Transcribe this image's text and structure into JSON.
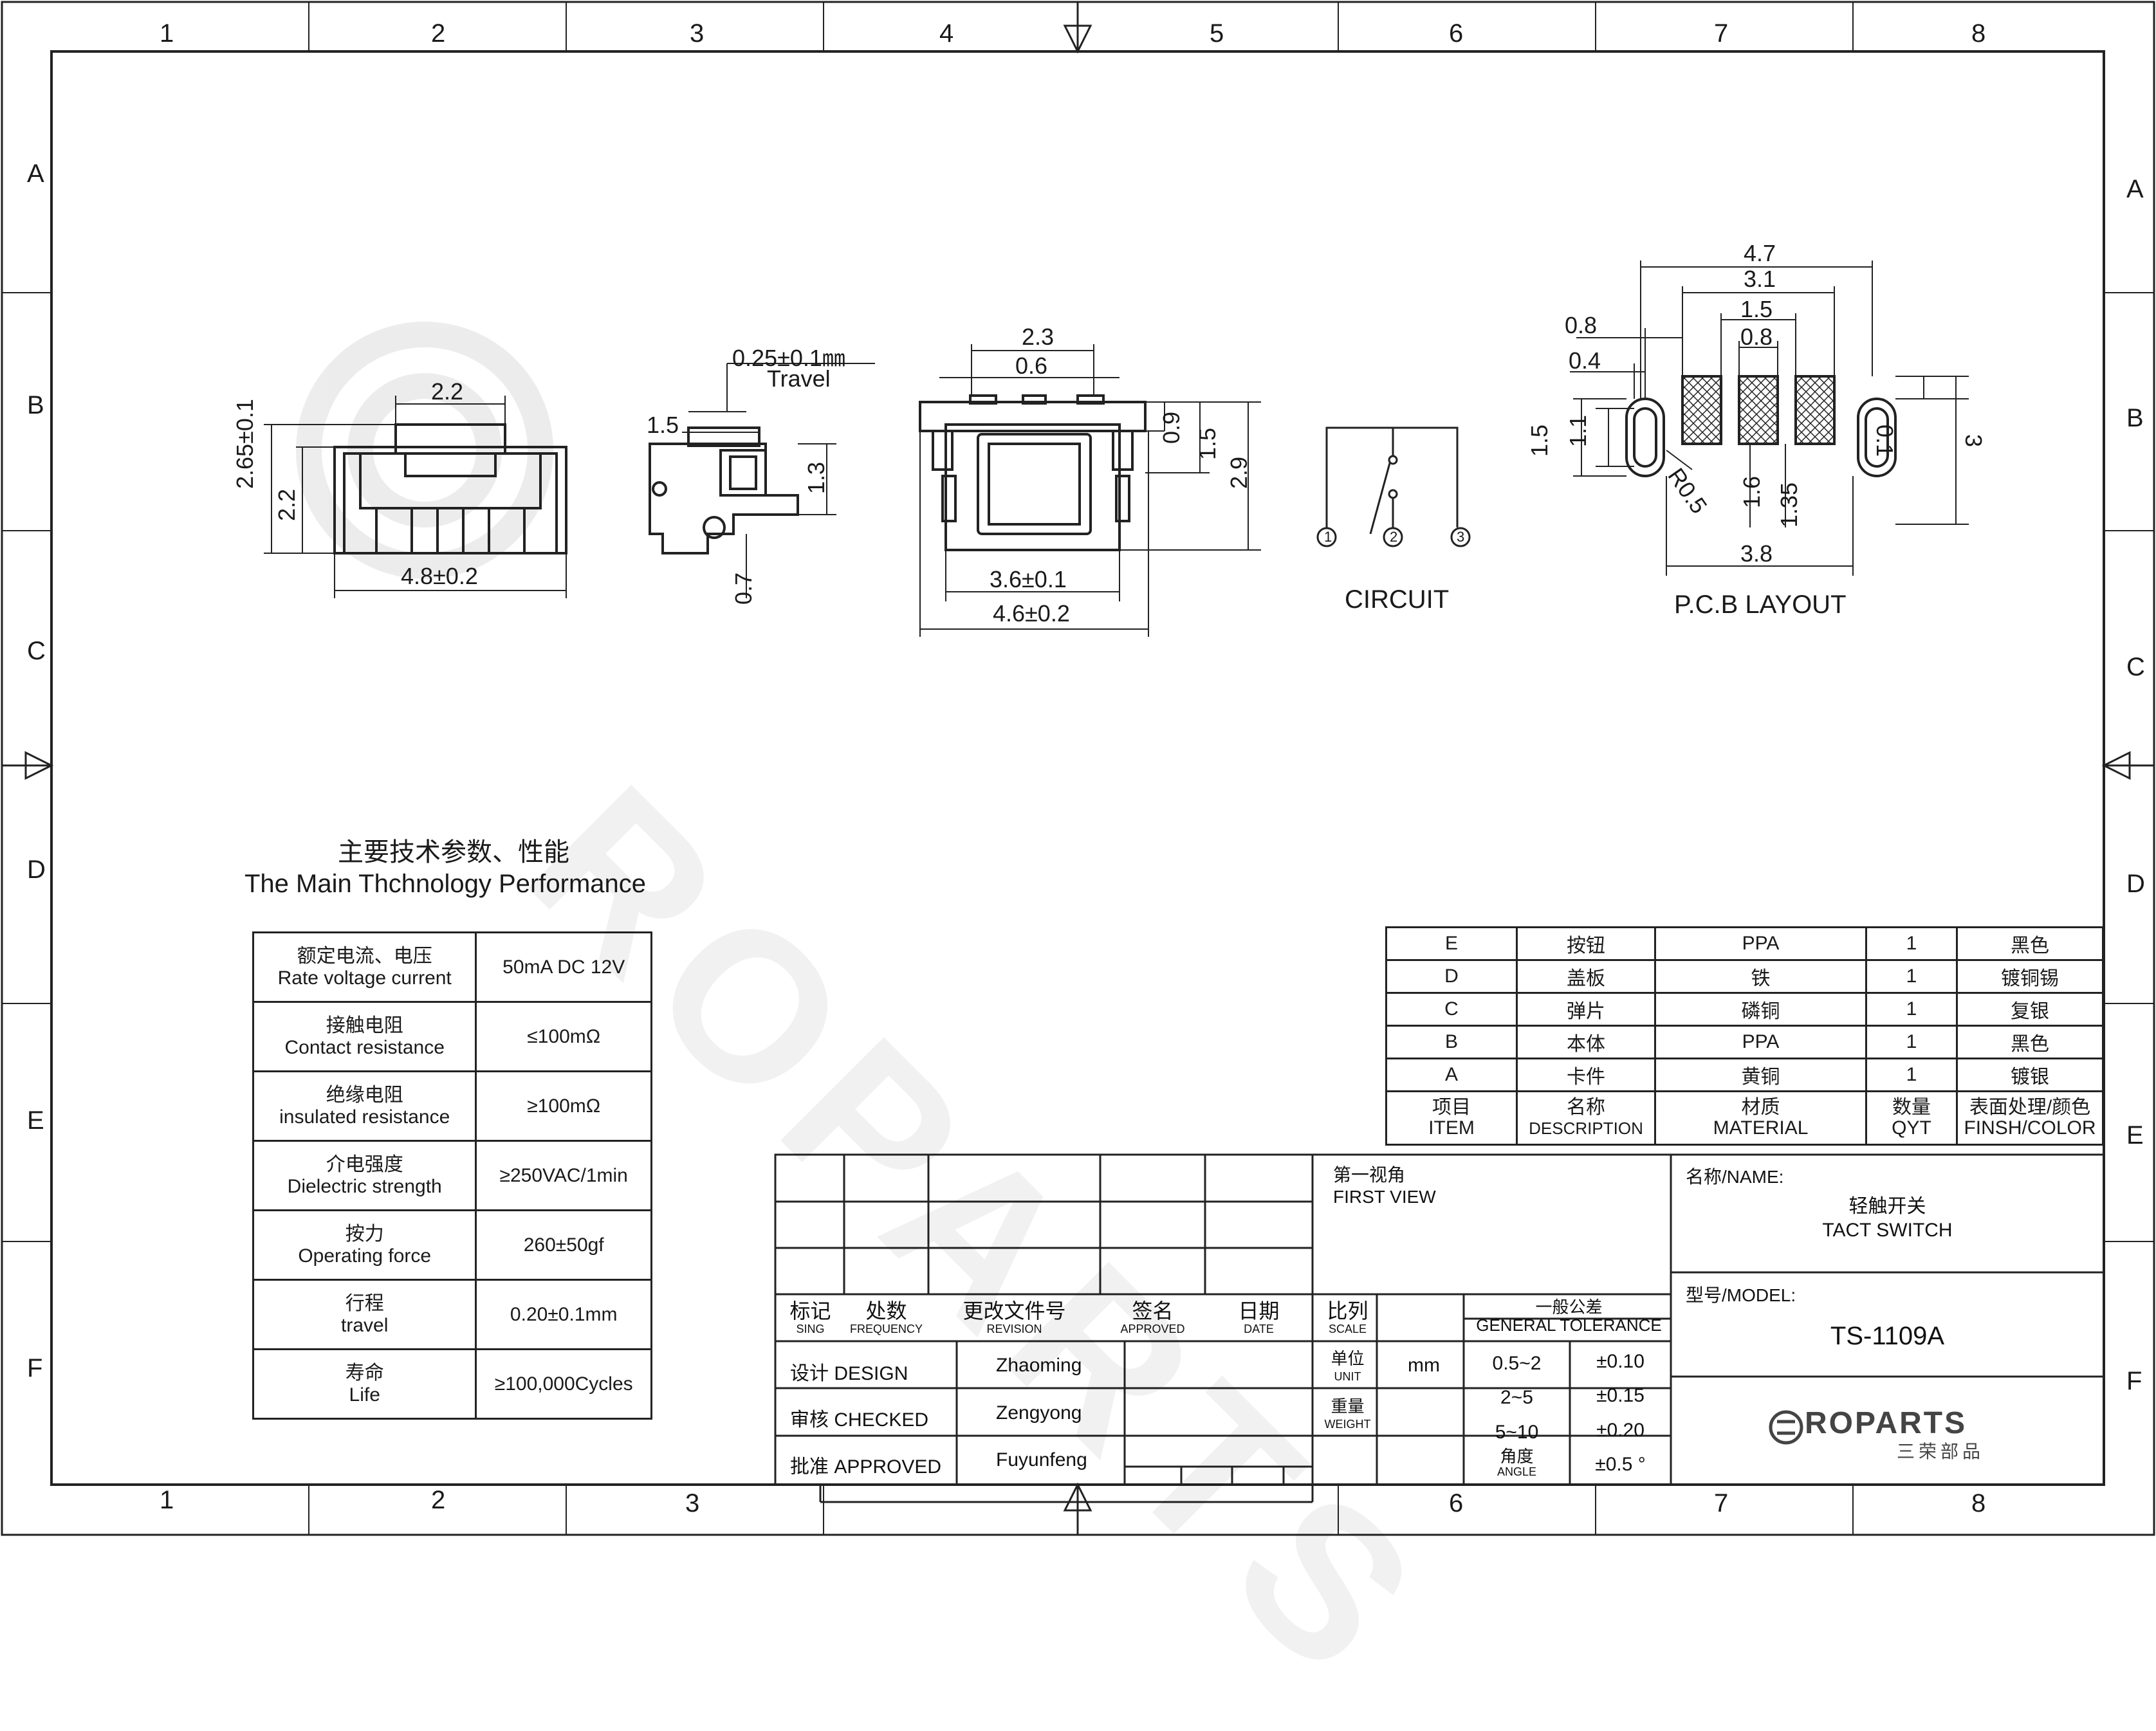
{
  "grid": {
    "columns": [
      "1",
      "2",
      "3",
      "4",
      "5",
      "6",
      "7",
      "8"
    ],
    "rows": [
      "A",
      "B",
      "C",
      "D",
      "E",
      "F"
    ]
  },
  "views": {
    "front": {
      "dim_top": "2.2",
      "dim_left_outer": "2.65±0.1",
      "dim_left_inner": "2.2",
      "dim_bottom": "4.8±0.2"
    },
    "side": {
      "travel_value": "0.25±0.1㎜",
      "travel_label": "Travel",
      "dim_top": "1.5",
      "dim_right": "1.3",
      "dim_bottom": "0.7"
    },
    "top": {
      "dim_top1": "2.3",
      "dim_top2": "0.6",
      "dim_r1": "0.9",
      "dim_r2": "1.5",
      "dim_r3": "2.9",
      "dim_b1": "3.6±0.1",
      "dim_b2": "4.6±0.2"
    },
    "circuit": {
      "label": "CIRCUIT",
      "pins": [
        "1",
        "2",
        "3"
      ]
    },
    "pcb": {
      "label": "P.C.B LAYOUT",
      "d_47": "4.7",
      "d_31": "3.1",
      "d_15t": "1.5",
      "d_08t": "0.8",
      "d_08l": "0.8",
      "d_04": "0.4",
      "d_15l": "1.5",
      "d_11": "1.1",
      "d_r05": "R0.5",
      "d_16": "1.6",
      "d_135": "1.35",
      "d_01": "0.1",
      "d_3": "3",
      "d_38": "3.8"
    }
  },
  "performance": {
    "title_cn": "主要技术参数、性能",
    "title_en": "The Main Thchnology Performance",
    "rows": [
      {
        "cn": "额定电流、电压",
        "en": "Rate voltage current",
        "value": "50mA DC 12V"
      },
      {
        "cn": "接触电阻",
        "en": "Contact resistance",
        "value": "≤100mΩ"
      },
      {
        "cn": "绝缘电阻",
        "en": "insulated resistance",
        "value": "≥100mΩ"
      },
      {
        "cn": "介电强度",
        "en": "Dielectric strength",
        "value": "≥250VAC/1min"
      },
      {
        "cn": "按力",
        "en": "Operating force",
        "value": "260±50gf"
      },
      {
        "cn": "行程",
        "en": "travel",
        "value": "0.20±0.1mm"
      },
      {
        "cn": "寿命",
        "en": "Life",
        "value": "≥100,000Cycles"
      }
    ]
  },
  "bom": {
    "rows": [
      {
        "item": "E",
        "desc": "按钮",
        "material": "PPA",
        "qty": "1",
        "finish": "黑色"
      },
      {
        "item": "D",
        "desc": "盖板",
        "material": "铁",
        "qty": "1",
        "finish": "镀铜锡"
      },
      {
        "item": "C",
        "desc": "弹片",
        "material": "磷铜",
        "qty": "1",
        "finish": "复银"
      },
      {
        "item": "B",
        "desc": "本体",
        "material": "PPA",
        "qty": "1",
        "finish": "黑色"
      },
      {
        "item": "A",
        "desc": "卡件",
        "material": "黄铜",
        "qty": "1",
        "finish": "镀银"
      }
    ],
    "header": {
      "item_cn": "项目",
      "item_en": "ITEM",
      "desc_cn": "名称",
      "desc_en": "DESCRIPTION",
      "material_cn": "材质",
      "material_en": "MATERIAL",
      "qty_cn": "数量",
      "qty_en": "QYT",
      "finish_cn": "表面处理/颜色",
      "finish_en": "FINSH/COLOR"
    }
  },
  "title_block": {
    "rev_headers": [
      {
        "cn": "标记",
        "en": "SING"
      },
      {
        "cn": "处数",
        "en": "FREQUENCY"
      },
      {
        "cn": "更改文件号",
        "en": "REVISION"
      },
      {
        "cn": "签名",
        "en": "APPROVED"
      },
      {
        "cn": "日期",
        "en": "DATE"
      }
    ],
    "design_label": "设计 DESIGN",
    "design_name": "Zhaoming",
    "checked_label": "审核 CHECKED",
    "checked_name": "Zengyong",
    "approved_label": "批准 APPROVED",
    "approved_name": "Fuyunfeng",
    "view_cn": "第一视角",
    "view_en": "FIRST VIEW",
    "scale_cn": "比列",
    "scale_en": "SCALE",
    "unit_cn": "单位",
    "unit_en": "UNIT",
    "unit_value": "mm",
    "weight_cn": "重量",
    "weight_en": "WEIGHT",
    "tol_cn": "一般公差",
    "tol_en": "GENERAL TOLERANCE",
    "tolerances": [
      {
        "range": "0.5~2",
        "value": "±0.10"
      },
      {
        "range": "2~5",
        "value": "±0.15"
      },
      {
        "range": "5~10",
        "value": "±0.20"
      }
    ],
    "angle_cn": "角度",
    "angle_en": "ANGLE",
    "angle_value": "±0.5 °",
    "name_label": "名称/NAME:",
    "name_cn": "轻触开关",
    "name_en": "TACT  SWITCH",
    "model_label": "型号/MODEL:",
    "model_value": "TS-1109A",
    "logo_text": "ROPARTS",
    "logo_cn": "三荣部品",
    "watermark": "ROPARTS"
  }
}
